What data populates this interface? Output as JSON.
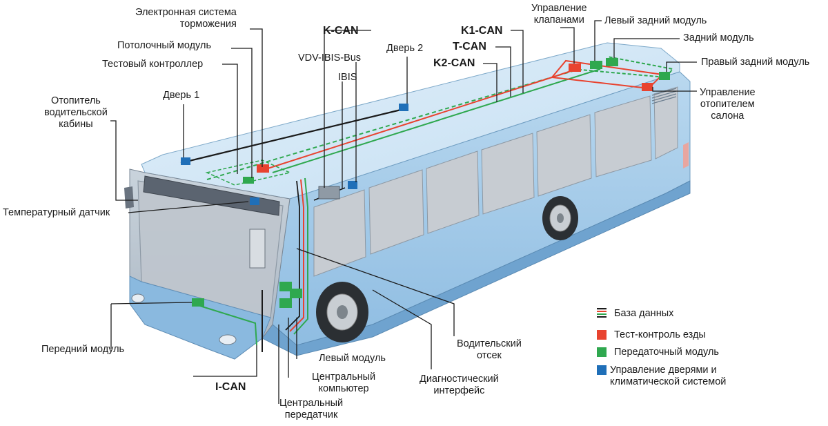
{
  "colors": {
    "body": "#a9cce8",
    "body_dark": "#7fb2d9",
    "roof": "#d3e7f5",
    "glass": "#c7ccd2",
    "glass_dark": "#a9b0b8",
    "data_bus": "#1a1a1a",
    "test_control": "#e8432f",
    "transfer_module": "#2fa84f",
    "door_climate": "#1f6fb8"
  },
  "labels": {
    "brake_system": "Электронная система\nторможения",
    "ceiling_module": "Потолочный модуль",
    "test_controller": "Тестовый контроллер",
    "door1": "Дверь 1",
    "driver_heater": "Отопитель\nводительской\nкабины",
    "temp_sensor": "Температурный датчик",
    "front_module": "Передний модуль",
    "i_can": "I-CAN",
    "left_module": "Левый модуль",
    "central_computer": "Центральный\nкомпьютер",
    "central_transmitter": "Центральный\nпередатчик",
    "diagnostic_interface": "Диагностический\nинтерфейс",
    "driver_compartment": "Водительский\nотсек",
    "k_can": "K-CAN",
    "vdv_ibis_bus": "VDV-IBIS-Bus",
    "ibis": "IBIS",
    "door2": "Дверь 2",
    "k1_can": "K1-CAN",
    "t_can": "T-CAN",
    "k2_can": "K2-CAN",
    "valve_control": "Управление\nклапанами",
    "left_rear_module": "Левый задний модуль",
    "rear_module": "Задний модуль",
    "right_rear_module": "Правый задний модуль",
    "salon_heater_control": "Управление\nотопителем\nсалона"
  },
  "legend": [
    {
      "text": "База данных",
      "color": "#1a1a1a"
    },
    {
      "text": "Тест-контроль езды",
      "color": "#e8432f"
    },
    {
      "text": "Передаточный модуль",
      "color": "#2fa84f"
    },
    {
      "text": "Управление дверями и\nклиматической системой",
      "color": "#1f6fb8"
    }
  ]
}
